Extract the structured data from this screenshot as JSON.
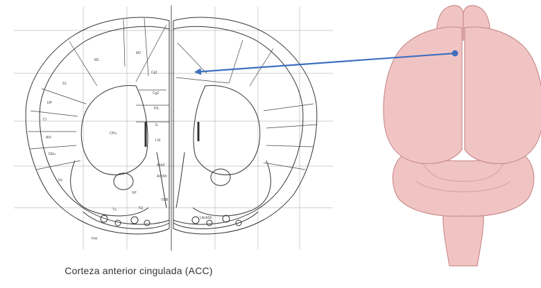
{
  "figure": {
    "caption": "Corteza anterior cingulada (ACC)",
    "region_labels": [
      "M2",
      "Cg1",
      "M1",
      "Cg2",
      "S1",
      "PrL",
      "DP",
      "IL",
      "AIV",
      "DEn",
      "Cl",
      "CPu",
      "LSI",
      "VP",
      "AcbC",
      "AcbSh",
      "Tu",
      "ICj",
      "LAcbSh",
      "VDB",
      "Pir",
      "Fmi"
    ],
    "colors": {
      "brain_fill": "#f1c4c4",
      "brain_stroke": "#c98d8d",
      "arrow": "#3d6fbf",
      "atlas_line": "#333333",
      "grid_line": "#bbbbbb"
    },
    "icons": [
      "coronal-atlas-section",
      "rat-brain-dorsal-view",
      "pointer-arrow"
    ]
  }
}
